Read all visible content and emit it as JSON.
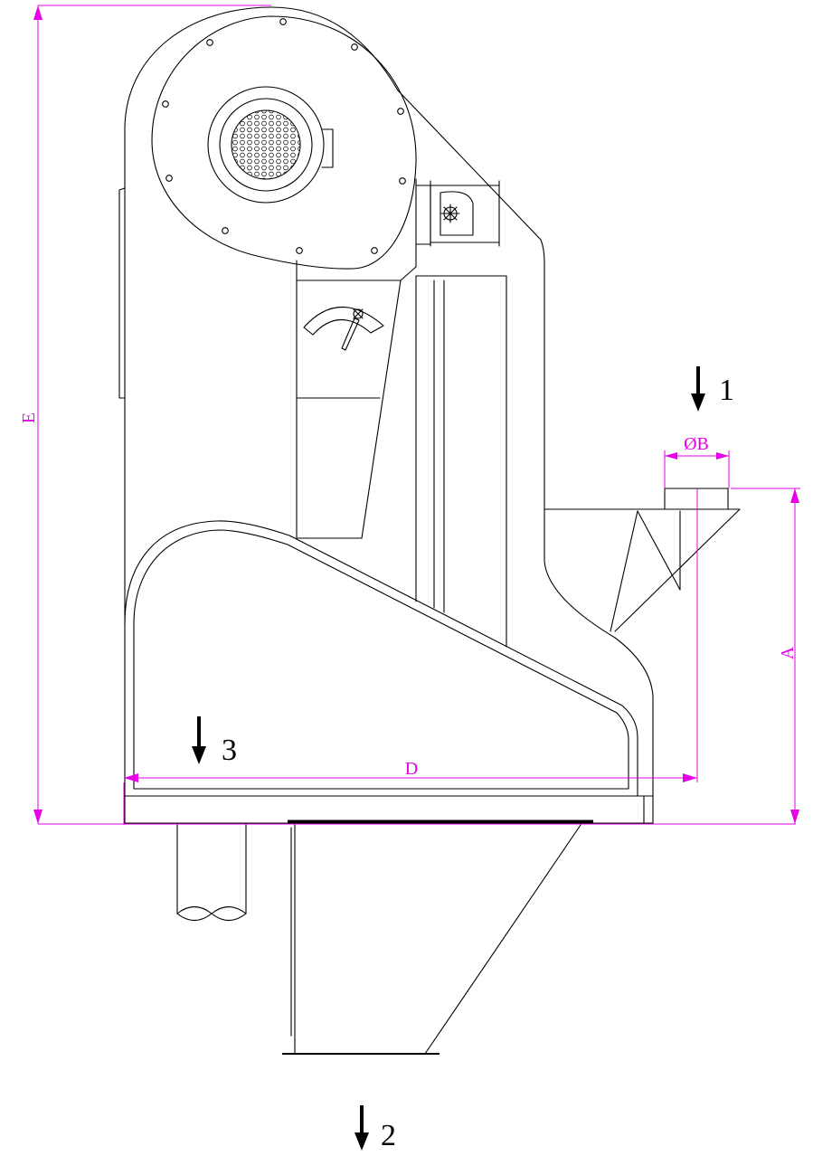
{
  "dimensions": {
    "a": "A",
    "b": "ØB",
    "d": "D",
    "e": "E"
  },
  "flows": {
    "inlet": "1",
    "outlet_bottom": "2",
    "outlet_pipe": "3"
  },
  "colors": {
    "line": "#000000",
    "dimension": "#e600e6"
  }
}
